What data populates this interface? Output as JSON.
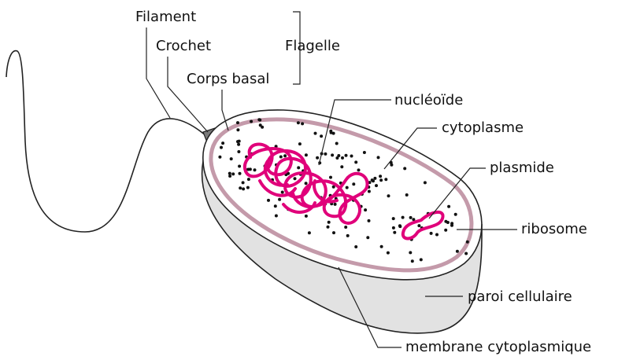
{
  "labels": {
    "filament": "Filament",
    "crochet": "Crochet",
    "flagelle": "Flagelle",
    "corps_basal": "Corps basal",
    "nucleoide": "nucléoïde",
    "cytoplasme": "cytoplasme",
    "plasmide": "plasmide",
    "ribosome": "ribosome",
    "paroi": "paroi cellulaire",
    "membrane": "membrane cytoplasmique"
  },
  "colors": {
    "dna": "#e0007a",
    "membrane": "#c49aaa",
    "wall": "#e2e2e2",
    "outline": "#222222",
    "ribosome": "#111111"
  }
}
